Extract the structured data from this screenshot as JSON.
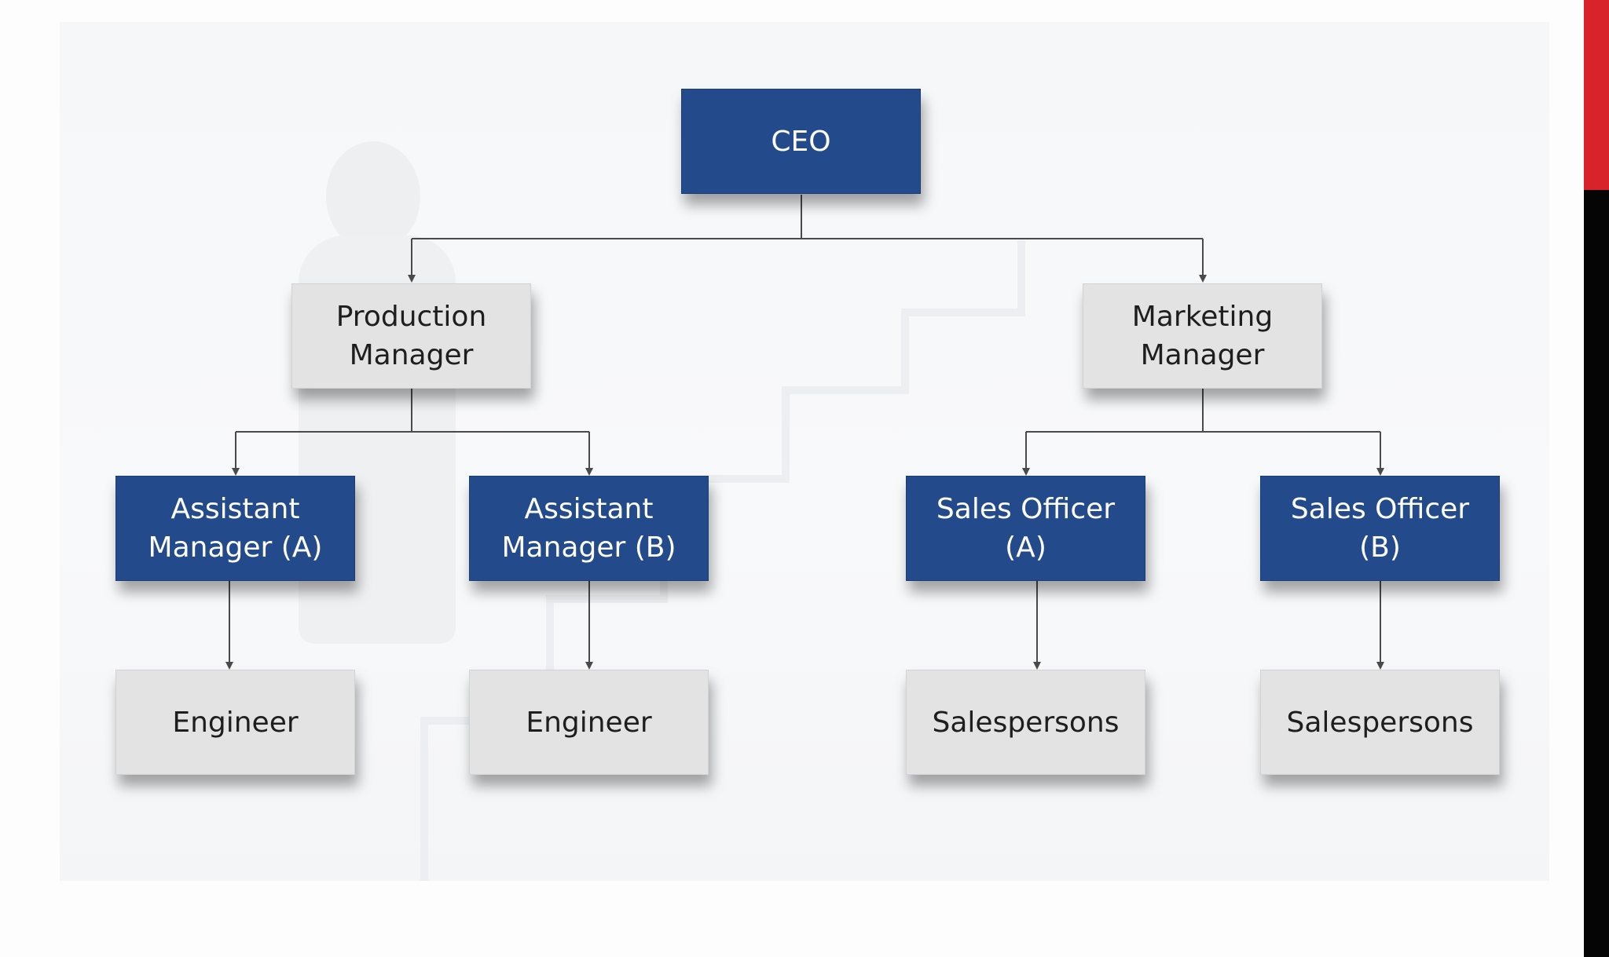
{
  "colors": {
    "blue_box": "#234a8a",
    "grey_box": "#e3e3e3",
    "connector": "#4a4a4a",
    "red_strip": "#d8232a",
    "black_strip": "#050505"
  },
  "org_chart": {
    "ceo": "CEO",
    "production_manager": "Production\nManager",
    "marketing_manager": "Marketing\nManager",
    "assistant_manager_a": "Assistant\nManager (A)",
    "assistant_manager_b": "Assistant\nManager (B)",
    "sales_officer_a": "Sales Officer\n(A)",
    "sales_officer_b": "Sales Officer\n(B)",
    "engineer_a": "Engineer",
    "engineer_b": "Engineer",
    "salespersons_a": "Salespersons",
    "salespersons_b": "Salespersons"
  }
}
